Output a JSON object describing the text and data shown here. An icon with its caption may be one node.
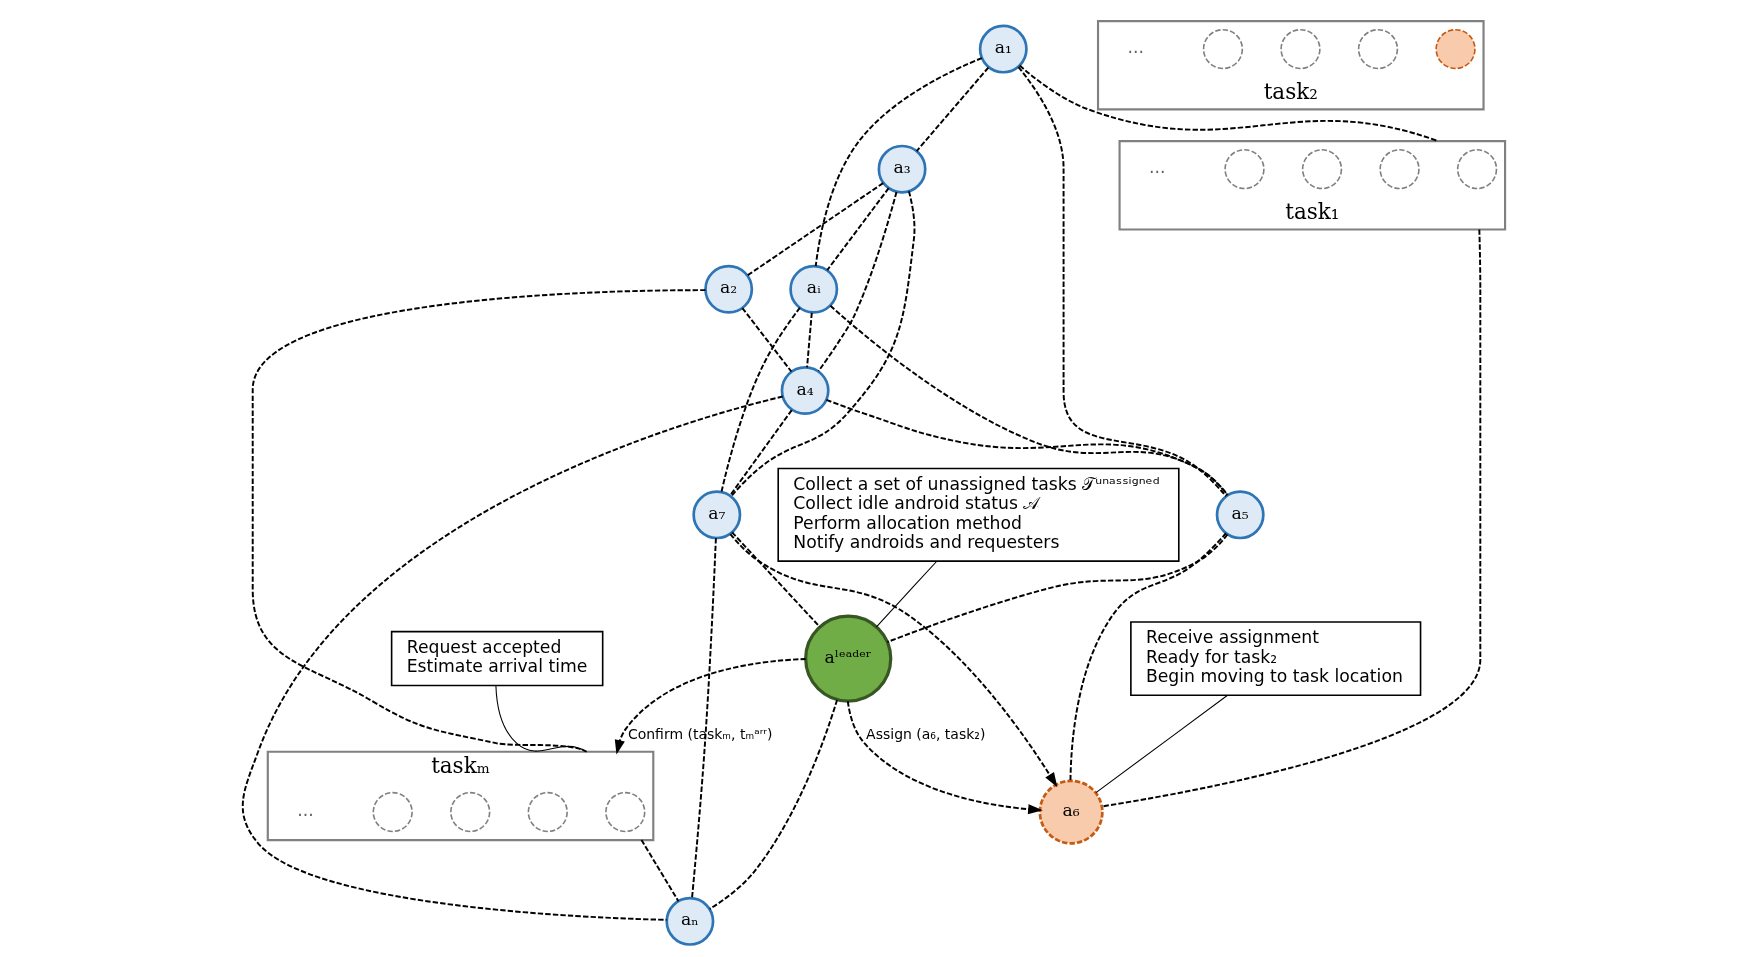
{
  "diagram": {
    "nodes": [
      {
        "text": [
          "a₁"
        ]
      },
      {
        "text": [
          "a₃"
        ]
      },
      {
        "text": [
          "a₂"
        ]
      },
      {
        "text": [
          "aᵢ"
        ]
      },
      {
        "text": [
          "a₄"
        ]
      },
      {
        "text": [
          "task₁"
        ]
      },
      {
        "text": [],
        "shape": "circle",
        "in": 5
      },
      {
        "text": [],
        "shape": "circle",
        "in": 5
      },
      {
        "text": [],
        "shape": "circle",
        "in": 5
      },
      {
        "text": [],
        "shape": "circle",
        "in": 5
      },
      {
        "text": [
          "taskₘ"
        ]
      },
      {
        "text": [],
        "shape": "circle",
        "in": 10
      },
      {
        "text": [],
        "shape": "circle",
        "in": 10
      },
      {
        "text": [],
        "shape": "circle",
        "in": 10
      },
      {
        "text": [],
        "shape": "circle",
        "in": 10
      },
      {
        "text": [
          "Request accepted",
          "Estimate arrival time"
        ]
      },
      {
        "text": [
          "a₅"
        ]
      },
      {
        "text": [
          "a₇"
        ]
      },
      {
        "text": [
          "aₙ"
        ]
      },
      {
        "text": [
          "aˡᵉᵃᵈᵉʳ"
        ]
      },
      {
        "text": [
          "a₆"
        ]
      },
      {
        "text": [
          "Receive assignment",
          "Ready for task₂",
          "Begin moving to task location"
        ]
      },
      {
        "text": [
          "task₂"
        ]
      },
      {
        "text": [],
        "shape": "circle",
        "in": 22
      },
      {
        "text": [],
        "shape": "circle",
        "in": 22
      },
      {
        "text": [],
        "shape": "circle",
        "in": 22
      },
      {
        "text": [],
        "shape": "circle",
        "in": 22
      },
      {
        "text": [
          "Collect a set of unassigned tasks 𝒯ᵘⁿᵃˢˢⁱᵍⁿᵉᵈ",
          "Collect idle android status 𝒜",
          "Perform allocation method",
          "Notify androids and requesters"
        ]
      }
    ],
    "edges": [
      {
        "from": 0,
        "to": 1,
        "arrow": "none",
        "style": "dashed"
      },
      {
        "from": 0,
        "to": 3,
        "arrow": "none",
        "style": "dashed"
      },
      {
        "from": 0,
        "to": 5,
        "arrow": "none",
        "style": "dashed"
      },
      {
        "from": 0,
        "to": 16,
        "arrow": "none",
        "style": "dashed"
      },
      {
        "from": 1,
        "to": 2,
        "arrow": "none",
        "style": "dashed"
      },
      {
        "from": 1,
        "to": 3,
        "arrow": "none",
        "style": "dashed"
      },
      {
        "from": 1,
        "to": 4,
        "arrow": "none",
        "style": "dashed"
      },
      {
        "from": 1,
        "to": 17,
        "arrow": "none",
        "style": "dashed"
      },
      {
        "from": 2,
        "to": 4,
        "arrow": "none",
        "style": "dashed"
      },
      {
        "from": 2,
        "to": 10,
        "arrow": "none",
        "style": "dashed"
      },
      {
        "from": 3,
        "to": 4,
        "arrow": "none",
        "style": "dashed"
      },
      {
        "from": 3,
        "to": 16,
        "arrow": "none",
        "style": "dashed"
      },
      {
        "from": 3,
        "to": 17,
        "arrow": "none",
        "style": "dashed"
      },
      {
        "from": 4,
        "to": 16,
        "arrow": "none",
        "style": "dashed"
      },
      {
        "from": 4,
        "to": 17,
        "arrow": "none",
        "style": "dashed"
      },
      {
        "from": 4,
        "to": 18,
        "arrow": "none",
        "style": "dashed"
      },
      {
        "from": 5,
        "to": 20,
        "arrow": "none",
        "style": "dashed"
      },
      {
        "from": 16,
        "to": 20,
        "arrow": "none",
        "style": "dashed"
      },
      {
        "from": 16,
        "to": 19,
        "arrow": "none",
        "style": "dashed"
      },
      {
        "from": 17,
        "to": 20,
        "arrow": "to",
        "style": "dashed"
      },
      {
        "from": 17,
        "to": 19,
        "arrow": "none",
        "style": "dashed"
      },
      {
        "from": 17,
        "to": 18,
        "arrow": "none",
        "style": "dashed"
      },
      {
        "from": 10,
        "to": 18,
        "arrow": "none",
        "style": "dashed"
      },
      {
        "from": 19,
        "to": 18,
        "arrow": "none",
        "style": "dashed"
      },
      {
        "from": 19,
        "to": 10,
        "arrow": "to",
        "style": "dashed",
        "label": "Confirm (taskₘ, tₘᵃʳʳ)"
      },
      {
        "from": 19,
        "to": 20,
        "arrow": "to",
        "style": "dashed",
        "label": "Assign (a₆, task₂)"
      },
      {
        "from": 15,
        "to": 10,
        "arrow": "none"
      },
      {
        "from": 21,
        "to": 20,
        "arrow": "none"
      },
      {
        "from": 27,
        "to": 19,
        "arrow": "none"
      }
    ],
    "labels": [
      "...",
      "...",
      "..."
    ]
  }
}
